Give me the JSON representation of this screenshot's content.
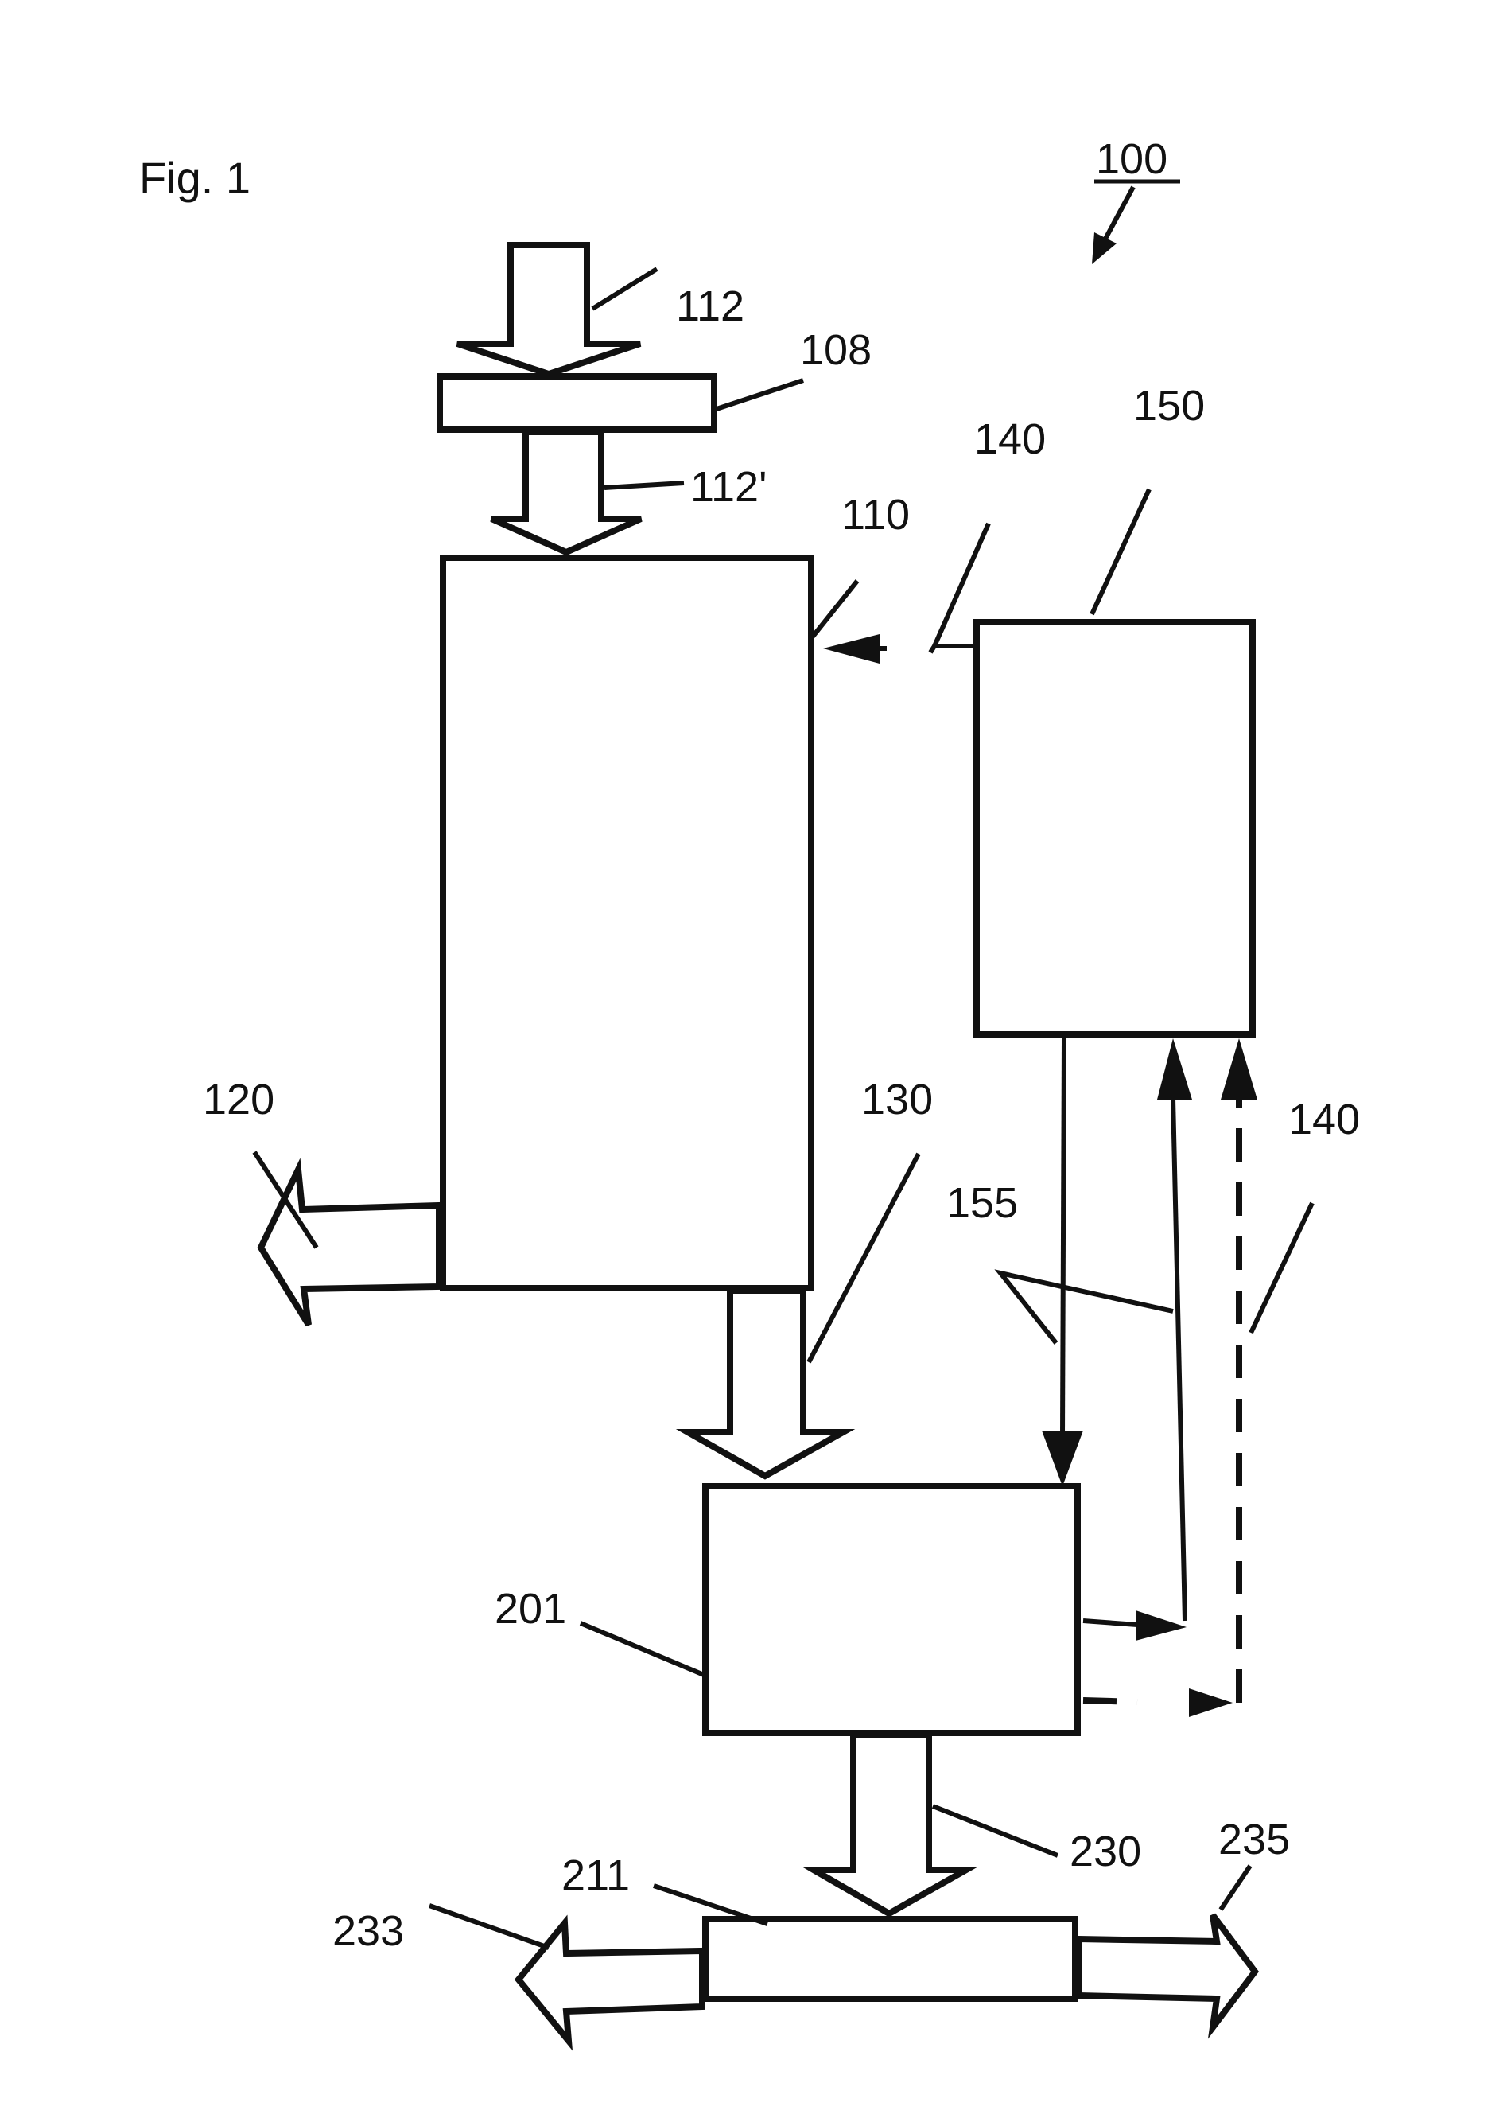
{
  "figure": {
    "caption": "Fig. 1",
    "reference": "100"
  },
  "labels": {
    "l108": "108",
    "l110": "110",
    "l112": "112",
    "l112p": "112'",
    "l120": "120",
    "l130": "130",
    "l140_top": "140",
    "l140_right": "140",
    "l150": "150",
    "l155": "155",
    "l201": "201",
    "l211": "211",
    "l230": "230",
    "l233": "233",
    "l235": "235"
  },
  "colors": {
    "ink": "#111111",
    "background": "#ffffff"
  }
}
